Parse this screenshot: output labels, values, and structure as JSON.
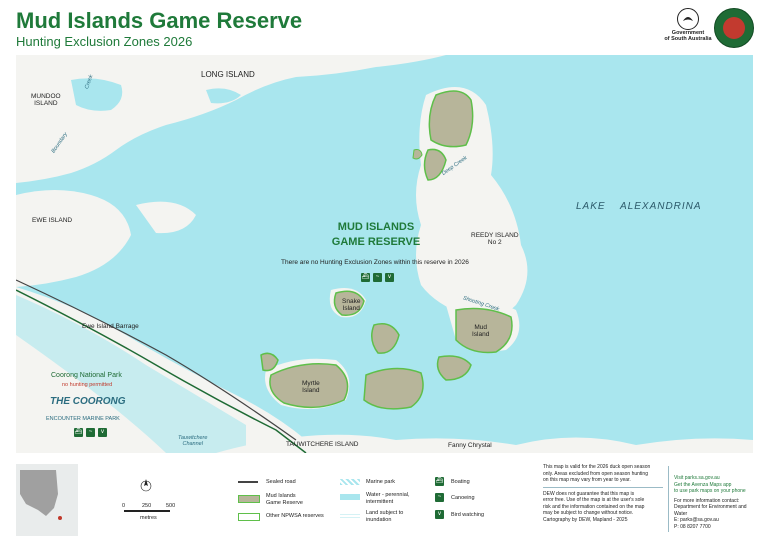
{
  "header": {
    "title": "Mud Islands Game Reserve",
    "subtitle": "Hunting Exclusion Zones 2026",
    "gov_logo_text": [
      "Government",
      "of South Australia"
    ]
  },
  "colors": {
    "title_green": "#1f7a3a",
    "water": "#a9e6ee",
    "land": "#f4f4f1",
    "reserve_fill": "#b7b59a",
    "reserve_outline": "#5fbf4a",
    "park_line": "#1f6b35",
    "road": "#444444"
  },
  "map": {
    "labels": {
      "long_island": "LONG ISLAND",
      "mundoo_island": [
        "MUNDOO",
        "ISLAND"
      ],
      "mundoo_creek": "Creek",
      "boundary_creek": "Boundary",
      "ewe_island": "EWE ISLAND",
      "deep_creek": "Deep Creek",
      "reedy_island": [
        "REEDY ISLAND",
        "No 2"
      ],
      "lake": [
        "LAKE",
        "ALEXANDRINA"
      ],
      "reserve_name": [
        "MUD ISLANDS",
        "GAME RESERVE"
      ],
      "no_zones_note": "There are no Hunting Exclusion Zones within this reserve in 2026",
      "snake_island": [
        "Snake",
        "Island"
      ],
      "shooting_creek": "Shooting Creek",
      "mud_island": [
        "Mud",
        "Island"
      ],
      "ewe_island_barrage": "Ewe Island Barrage",
      "coorong_np": "Coorong National Park",
      "no_hunting": "no hunting permitted",
      "the_coorong": "THE COORONG",
      "encounter_marine_park": "ENCOUNTER MARINE PARK",
      "myrtle_island": [
        "Myrtle",
        "Island"
      ],
      "tauwitchere_channel": [
        "Tauwitchere",
        "Channel"
      ],
      "tauwitchere_island": "TAUWITCHERE ISLAND",
      "fanny_chrystal": "Fanny Chrystal"
    },
    "activity_icons": [
      "boat-icon",
      "canoe-icon",
      "bird-icon"
    ]
  },
  "legend": {
    "scale": {
      "ticks": [
        "0",
        "250",
        "500"
      ],
      "unit": "metres"
    },
    "items": {
      "sealed_road": "Sealed road",
      "reserve": [
        "Mud Islands",
        "Game Reserve"
      ],
      "other_reserves": "Other NPWSA reserves",
      "marine_park": "Marine park",
      "water": [
        "Water - perennial,",
        "intermittent"
      ],
      "inundation": [
        "Land subject to",
        "inundation"
      ],
      "boating": "Boating",
      "canoeing": "Canoeing",
      "bird_watching": "Bird watching"
    },
    "notes": [
      "This map is valid for the 2026 duck open season",
      "only. Areas excluded from open season hunting",
      "on this map may vary from year to year.",
      "",
      "DEW does not guarantee that this map is",
      "error free. Use of the map is at the user's sole",
      "risk and the information contained on the map",
      "may be subject to change without notice.",
      "Cartography by DEW, Mapland - 2025"
    ],
    "contact": {
      "visit": "Visit parks.sa.gov.au",
      "app": "Get the Avenza Maps app",
      "app2": "to use park maps on your phone",
      "more_info": "For more information contact:",
      "dept": "Department for Environment and Water",
      "email": "E: parks@sa.gov.au",
      "phone": "P: 08 8207 7700"
    }
  }
}
